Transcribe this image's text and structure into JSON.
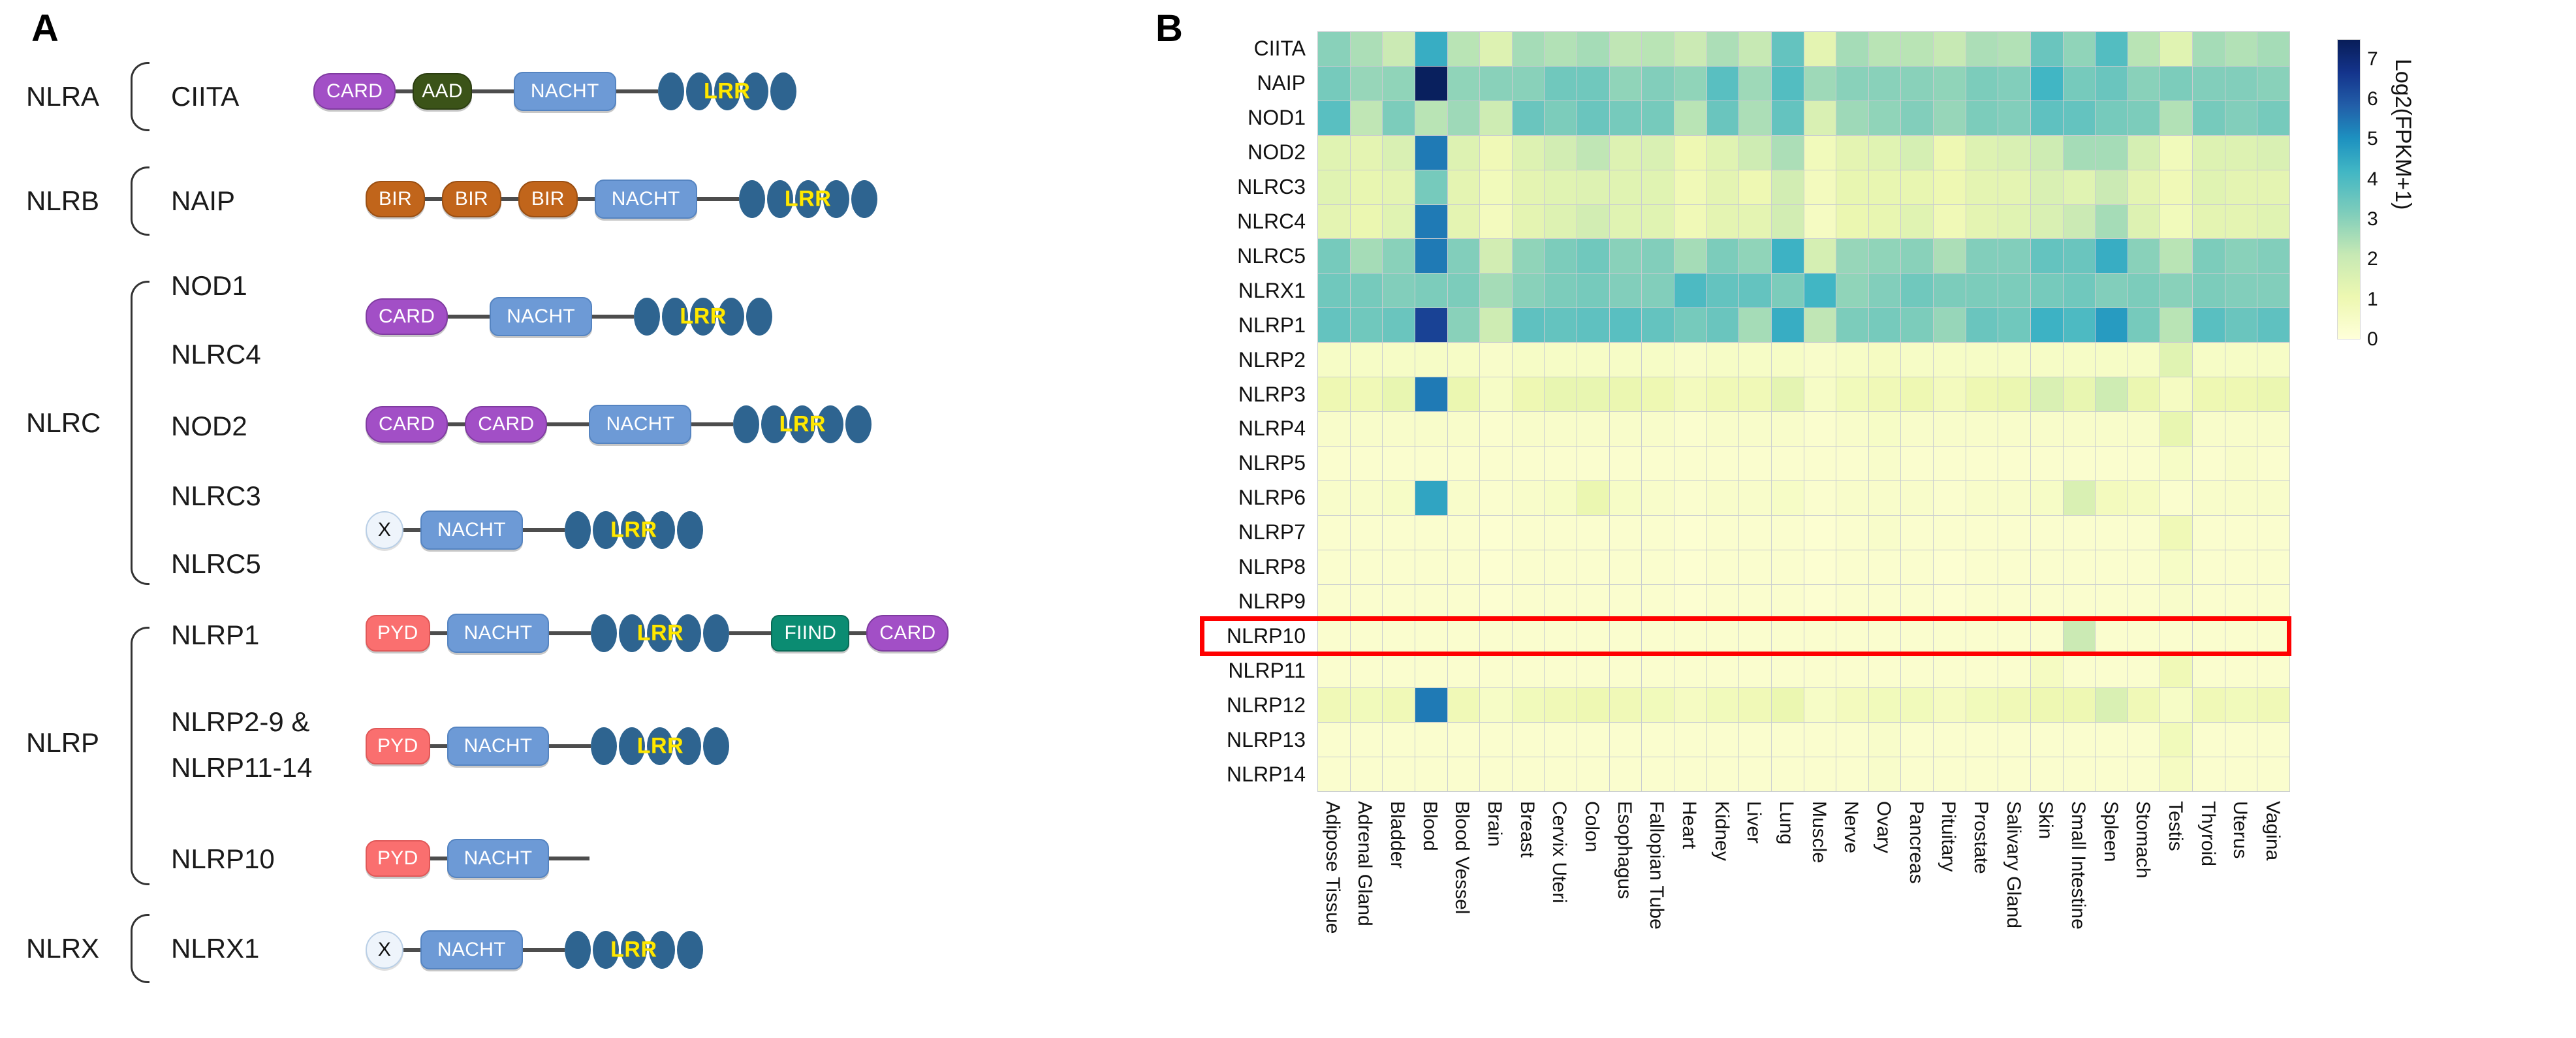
{
  "panels": {
    "a_letter": "A",
    "b_letter": "B"
  },
  "panel_a": {
    "rows": [
      {
        "family": "NLRA",
        "brace": true,
        "members": [
          "CIITA"
        ],
        "domains": [
          "CARD",
          "AAD",
          "NACHT",
          "LRR"
        ]
      },
      {
        "family": "NLRB",
        "brace": true,
        "members": [
          "NAIP"
        ],
        "domains": [
          "BIR",
          "BIR",
          "BIR",
          "NACHT",
          "LRR"
        ]
      },
      {
        "family": "NLRC",
        "brace": true,
        "members": [
          "NOD1",
          "NLRC4"
        ],
        "domains": [
          "CARD",
          "NACHT",
          "LRR"
        ]
      },
      {
        "family": "",
        "brace": false,
        "members": [
          "NOD2"
        ],
        "domains": [
          "CARD",
          "CARD",
          "NACHT",
          "LRR"
        ]
      },
      {
        "family": "",
        "brace": false,
        "members": [
          "NLRC3",
          "NLRC5"
        ],
        "domains": [
          "X",
          "NACHT",
          "LRR"
        ]
      },
      {
        "family": "NLRP",
        "brace": true,
        "members": [
          "NLRP1"
        ],
        "domains": [
          "PYD",
          "NACHT",
          "LRR",
          "FIIND",
          "CARD"
        ]
      },
      {
        "family": "",
        "brace": false,
        "members": [
          "NLRP2-9 &",
          "NLRP11-14"
        ],
        "domains": [
          "PYD",
          "NACHT",
          "LRR"
        ]
      },
      {
        "family": "",
        "brace": false,
        "members": [
          "NLRP10"
        ],
        "domains": [
          "PYD",
          "NACHT",
          "tail"
        ]
      },
      {
        "family": "NLRX",
        "brace": true,
        "members": [
          "NLRX1"
        ],
        "domains": [
          "X",
          "NACHT",
          "LRR"
        ]
      }
    ],
    "domain_labels": {
      "CARD": "CARD",
      "AAD": "AAD",
      "BIR": "BIR",
      "NACHT": "NACHT",
      "LRR": "LRR",
      "PYD": "PYD",
      "FIIND": "FIIND",
      "X": "X"
    },
    "domain_colors": {
      "CARD": "#a24fc6",
      "AAD": "#3b5318",
      "BIR": "#c1651b",
      "NACHT": "#6d9ad6",
      "LRR": "#2e6490",
      "LRR_text": "#ffe800",
      "PYD": "#fa6f6f",
      "FIIND": "#0b8c72",
      "X": "#eef4fb"
    }
  },
  "chart_data": {
    "type": "heatmap",
    "title": "",
    "xlabel": "",
    "ylabel": "",
    "colorbar_label": "Log2(FPKM+1)",
    "colorbar_ticks": [
      0,
      1,
      2,
      3,
      4,
      5,
      6,
      7
    ],
    "zlim": [
      0,
      7.5
    ],
    "colormap": "YlGnBu",
    "highlight_row": "NLRP10",
    "highlight_color": "#ff0000",
    "grid": true,
    "rows": [
      "CIITA",
      "NAIP",
      "NOD1",
      "NOD2",
      "NLRC3",
      "NLRC4",
      "NLRC5",
      "NLRX1",
      "NLRP1",
      "NLRP2",
      "NLRP3",
      "NLRP4",
      "NLRP5",
      "NLRP6",
      "NLRP7",
      "NLRP8",
      "NLRP9",
      "NLRP10",
      "NLRP11",
      "NLRP12",
      "NLRP13",
      "NLRP14"
    ],
    "columns": [
      "Adipose Tissue",
      "Adrenal Gland",
      "Bladder",
      "Blood",
      "Blood Vessel",
      "Brain",
      "Breast",
      "Cervix Uteri",
      "Colon",
      "Esophagus",
      "Fallopian Tube",
      "Heart",
      "Kidney",
      "Liver",
      "Lung",
      "Muscle",
      "Nerve",
      "Ovary",
      "Pancreas",
      "Pituitary",
      "Prostate",
      "Salivary Gland",
      "Skin",
      "Small Intestine",
      "Spleen",
      "Stomach",
      "Testis",
      "Thyroid",
      "Uterus",
      "Vagina"
    ],
    "values": [
      [
        3.0,
        2.5,
        2.0,
        4.4,
        2.3,
        1.5,
        2.6,
        2.4,
        2.6,
        2.2,
        2.3,
        2.0,
        2.5,
        2.1,
        3.6,
        1.3,
        2.6,
        2.3,
        2.3,
        2.1,
        2.5,
        2.4,
        3.5,
        2.9,
        3.9,
        2.3,
        1.4,
        2.6,
        2.4,
        2.6
      ],
      [
        3.3,
        2.8,
        2.9,
        7.4,
        2.9,
        3.0,
        3.0,
        3.4,
        3.4,
        2.9,
        3.1,
        2.9,
        3.8,
        2.7,
        3.9,
        2.7,
        3.0,
        3.0,
        3.0,
        2.9,
        3.2,
        3.1,
        4.2,
        3.3,
        3.5,
        3.0,
        3.2,
        3.1,
        3.1,
        3.0
      ],
      [
        3.8,
        2.2,
        3.2,
        2.3,
        2.7,
        1.9,
        3.5,
        3.2,
        3.5,
        3.3,
        3.3,
        2.3,
        3.5,
        2.5,
        3.6,
        1.6,
        2.7,
        2.9,
        3.1,
        2.8,
        3.2,
        3.1,
        3.7,
        3.6,
        3.3,
        3.2,
        2.4,
        3.3,
        3.1,
        3.3
      ],
      [
        1.4,
        1.3,
        1.6,
        5.4,
        1.5,
        0.9,
        1.5,
        1.8,
        2.2,
        1.5,
        1.6,
        1.0,
        1.4,
        1.9,
        2.5,
        0.8,
        1.3,
        1.4,
        1.7,
        1.0,
        1.5,
        1.6,
        1.9,
        2.6,
        2.6,
        1.7,
        0.8,
        1.5,
        1.5,
        1.6
      ],
      [
        1.4,
        1.2,
        1.3,
        3.3,
        1.3,
        0.8,
        1.3,
        1.4,
        1.5,
        1.4,
        1.4,
        0.9,
        1.3,
        1.0,
        1.8,
        0.7,
        1.2,
        1.2,
        1.2,
        1.0,
        1.3,
        1.3,
        1.6,
        1.4,
        2.0,
        1.3,
        0.9,
        1.4,
        1.3,
        1.3
      ],
      [
        1.3,
        1.1,
        1.4,
        5.4,
        1.3,
        0.7,
        1.3,
        1.5,
        1.8,
        1.4,
        1.4,
        0.9,
        1.3,
        1.3,
        1.8,
        0.6,
        1.1,
        1.2,
        1.4,
        0.9,
        1.3,
        1.4,
        1.6,
        2.0,
        2.6,
        1.5,
        0.8,
        1.3,
        1.3,
        1.4
      ],
      [
        3.3,
        2.6,
        3.0,
        5.4,
        3.1,
        1.8,
        2.9,
        3.2,
        3.4,
        3.0,
        3.1,
        2.6,
        3.2,
        2.9,
        4.3,
        1.7,
        2.8,
        2.9,
        3.0,
        2.5,
        3.1,
        3.1,
        3.6,
        3.5,
        4.4,
        3.0,
        2.3,
        3.2,
        3.0,
        3.1
      ],
      [
        3.4,
        3.3,
        3.1,
        3.2,
        3.2,
        2.6,
        3.0,
        3.2,
        3.3,
        3.1,
        3.1,
        4.0,
        3.6,
        3.6,
        3.2,
        4.2,
        2.9,
        3.1,
        3.4,
        3.2,
        3.2,
        3.2,
        3.3,
        3.4,
        3.1,
        3.2,
        3.0,
        3.2,
        3.1,
        3.1
      ],
      [
        3.6,
        3.4,
        3.5,
        6.4,
        3.0,
        1.9,
        3.7,
        3.6,
        3.7,
        3.8,
        3.6,
        3.3,
        3.5,
        2.6,
        4.4,
        2.2,
        3.2,
        3.3,
        3.2,
        2.8,
        3.5,
        3.4,
        4.3,
        4.0,
        4.8,
        3.3,
        2.3,
        3.8,
        3.5,
        3.7
      ],
      [
        0.5,
        0.5,
        0.5,
        0.5,
        0.5,
        0.4,
        0.5,
        0.5,
        0.5,
        0.5,
        0.5,
        0.4,
        0.5,
        0.5,
        0.5,
        0.4,
        0.5,
        0.6,
        0.5,
        0.5,
        0.5,
        0.5,
        0.5,
        0.5,
        0.5,
        0.5,
        1.4,
        0.5,
        0.5,
        0.5
      ],
      [
        1.0,
        0.9,
        1.2,
        5.4,
        1.1,
        0.5,
        1.0,
        1.2,
        1.2,
        1.1,
        1.0,
        0.7,
        0.9,
        0.9,
        1.3,
        0.5,
        0.8,
        0.9,
        1.0,
        0.7,
        1.0,
        1.1,
        1.6,
        1.2,
        1.9,
        1.1,
        0.6,
        1.0,
        1.0,
        1.1
      ],
      [
        0.4,
        0.4,
        0.4,
        0.4,
        0.4,
        0.3,
        0.4,
        0.4,
        0.4,
        0.4,
        0.4,
        0.3,
        0.4,
        0.4,
        0.4,
        0.3,
        0.4,
        0.5,
        0.4,
        0.4,
        0.4,
        0.4,
        0.4,
        0.4,
        0.4,
        0.4,
        1.2,
        0.4,
        0.4,
        0.4
      ],
      [
        0.3,
        0.3,
        0.3,
        0.3,
        0.3,
        0.3,
        0.3,
        0.3,
        0.3,
        0.3,
        0.3,
        0.3,
        0.3,
        0.3,
        0.3,
        0.3,
        0.3,
        0.4,
        0.3,
        0.3,
        0.3,
        0.3,
        0.3,
        0.3,
        0.3,
        0.3,
        0.5,
        0.3,
        0.4,
        0.3
      ],
      [
        0.4,
        0.4,
        0.5,
        4.6,
        0.4,
        0.3,
        0.4,
        0.5,
        1.1,
        0.5,
        0.4,
        0.3,
        0.4,
        0.4,
        0.5,
        0.3,
        0.4,
        0.4,
        0.4,
        0.3,
        0.4,
        0.4,
        0.5,
        1.6,
        0.7,
        0.6,
        0.3,
        0.4,
        0.4,
        0.4
      ],
      [
        0.3,
        0.3,
        0.3,
        0.3,
        0.3,
        0.2,
        0.3,
        0.3,
        0.3,
        0.3,
        0.3,
        0.2,
        0.3,
        0.3,
        0.3,
        0.2,
        0.3,
        0.4,
        0.3,
        0.3,
        0.3,
        0.3,
        0.3,
        0.3,
        0.3,
        0.3,
        0.9,
        0.3,
        0.3,
        0.3
      ],
      [
        0.3,
        0.3,
        0.3,
        0.3,
        0.3,
        0.2,
        0.3,
        0.3,
        0.3,
        0.3,
        0.3,
        0.2,
        0.3,
        0.3,
        0.3,
        0.2,
        0.3,
        0.3,
        0.3,
        0.2,
        0.3,
        0.3,
        0.3,
        0.3,
        0.3,
        0.3,
        0.5,
        0.3,
        0.3,
        0.3
      ],
      [
        0.3,
        0.3,
        0.3,
        0.3,
        0.3,
        0.2,
        0.3,
        0.3,
        0.3,
        0.3,
        0.3,
        0.2,
        0.3,
        0.3,
        0.3,
        0.2,
        0.3,
        0.3,
        0.3,
        0.2,
        0.3,
        0.3,
        0.3,
        0.3,
        0.3,
        0.3,
        0.4,
        0.3,
        0.3,
        0.3
      ],
      [
        0.3,
        0.3,
        0.3,
        0.3,
        0.3,
        0.3,
        0.3,
        0.3,
        0.3,
        0.3,
        0.3,
        0.3,
        0.3,
        0.3,
        0.3,
        0.3,
        0.3,
        0.3,
        0.3,
        0.3,
        0.3,
        0.3,
        0.3,
        2.0,
        0.3,
        0.3,
        0.3,
        0.3,
        0.3,
        0.3
      ],
      [
        0.3,
        0.3,
        0.3,
        0.3,
        0.3,
        0.3,
        0.3,
        0.3,
        0.3,
        0.3,
        0.3,
        0.3,
        0.3,
        0.3,
        0.3,
        0.3,
        0.3,
        0.3,
        0.3,
        0.3,
        0.3,
        0.3,
        0.6,
        0.3,
        0.3,
        0.3,
        0.9,
        0.3,
        0.3,
        0.3
      ],
      [
        0.9,
        0.8,
        0.9,
        5.4,
        0.9,
        0.5,
        0.8,
        0.9,
        1.0,
        0.9,
        0.8,
        0.6,
        0.8,
        0.9,
        1.1,
        0.5,
        0.7,
        0.8,
        0.8,
        0.6,
        0.8,
        0.9,
        1.0,
        1.0,
        1.6,
        0.9,
        0.5,
        0.9,
        0.8,
        0.9
      ],
      [
        0.3,
        0.3,
        0.3,
        0.3,
        0.3,
        0.3,
        0.3,
        0.3,
        0.3,
        0.3,
        0.3,
        0.3,
        0.3,
        0.3,
        0.3,
        0.3,
        0.3,
        0.4,
        0.3,
        0.3,
        0.3,
        0.3,
        0.3,
        0.3,
        0.3,
        0.3,
        0.8,
        0.3,
        0.3,
        0.3
      ],
      [
        0.3,
        0.3,
        0.3,
        0.3,
        0.3,
        0.3,
        0.3,
        0.3,
        0.3,
        0.3,
        0.3,
        0.3,
        0.3,
        0.3,
        0.3,
        0.3,
        0.3,
        0.4,
        0.3,
        0.3,
        0.3,
        0.3,
        0.3,
        0.3,
        0.3,
        0.3,
        0.6,
        0.3,
        0.3,
        0.3
      ]
    ]
  }
}
